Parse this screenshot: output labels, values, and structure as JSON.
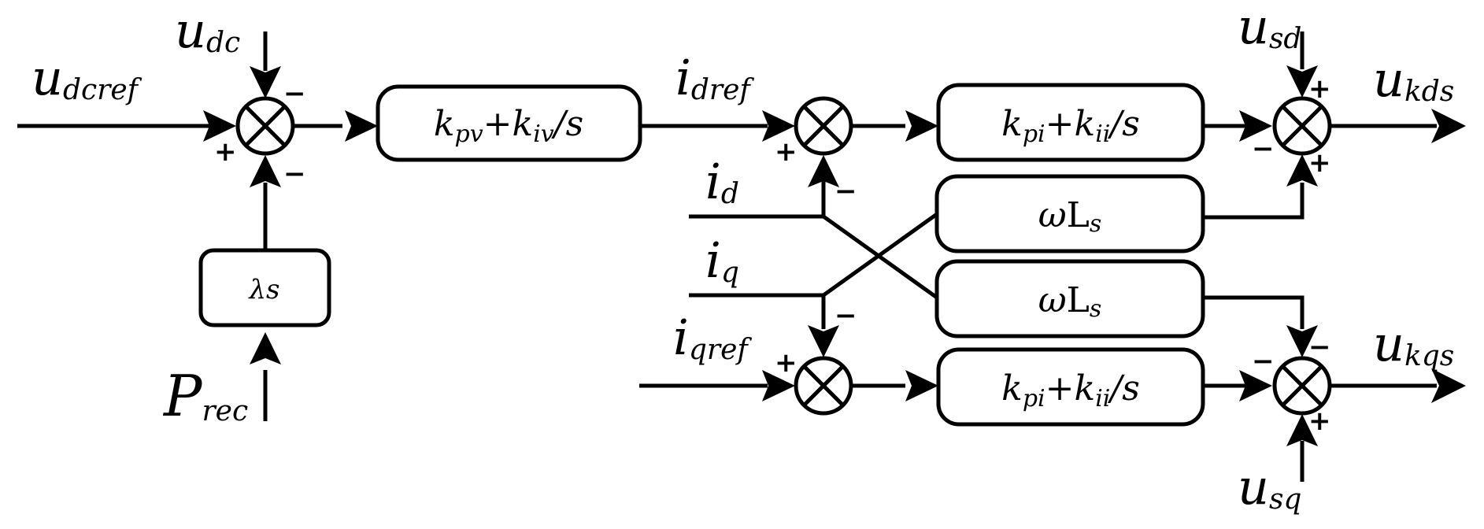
{
  "blocks": {
    "pi_voltage": {
      "k1": "k",
      "k1_sub": "pv",
      "plus": "+",
      "k2": "k",
      "k2_sub": "iv",
      "tail": "/s"
    },
    "lambda": {
      "text": "λs"
    },
    "pi_d": {
      "k1": "k",
      "k1_sub": "pi",
      "plus": "+",
      "k2": "k",
      "k2_sub": "ii",
      "tail": "/s"
    },
    "pi_q": {
      "k1": "k",
      "k1_sub": "pi",
      "plus": "+",
      "k2": "k",
      "k2_sub": "ii",
      "tail": "/s"
    },
    "omega_top": {
      "omega": "ω",
      "L": "L",
      "sub": "s"
    },
    "omega_bottom": {
      "omega": "ω",
      "L": "L",
      "sub": "s"
    }
  },
  "signals": {
    "udcref": {
      "main": "u",
      "sub": "dcref"
    },
    "udc": {
      "main": "u",
      "sub": "dc"
    },
    "prec": {
      "main": "P",
      "sub": "rec"
    },
    "idref": {
      "main": "i",
      "sub": "dref"
    },
    "id": {
      "main": "i",
      "sub": "d"
    },
    "iq": {
      "main": "i",
      "sub": "q"
    },
    "iqref": {
      "main": "i",
      "sub": "qref"
    },
    "usd": {
      "main": "u",
      "sub": "sd"
    },
    "ukds": {
      "main": "u",
      "sub": "kds"
    },
    "usq": {
      "main": "u",
      "sub": "sq"
    },
    "ukqs": {
      "main": "u",
      "sub": "kqs"
    }
  },
  "signs": {
    "s1_top": "−",
    "s1_left": "+",
    "s1_bottom": "−",
    "s2_left": "+",
    "s2_bottom": "−",
    "s3_top": "+",
    "s3_left": "−",
    "s3_bottom": "+",
    "s4_top": "−",
    "s4_left": "+",
    "s5_top": "−",
    "s5_left": "−",
    "s5_bottom": "+"
  }
}
